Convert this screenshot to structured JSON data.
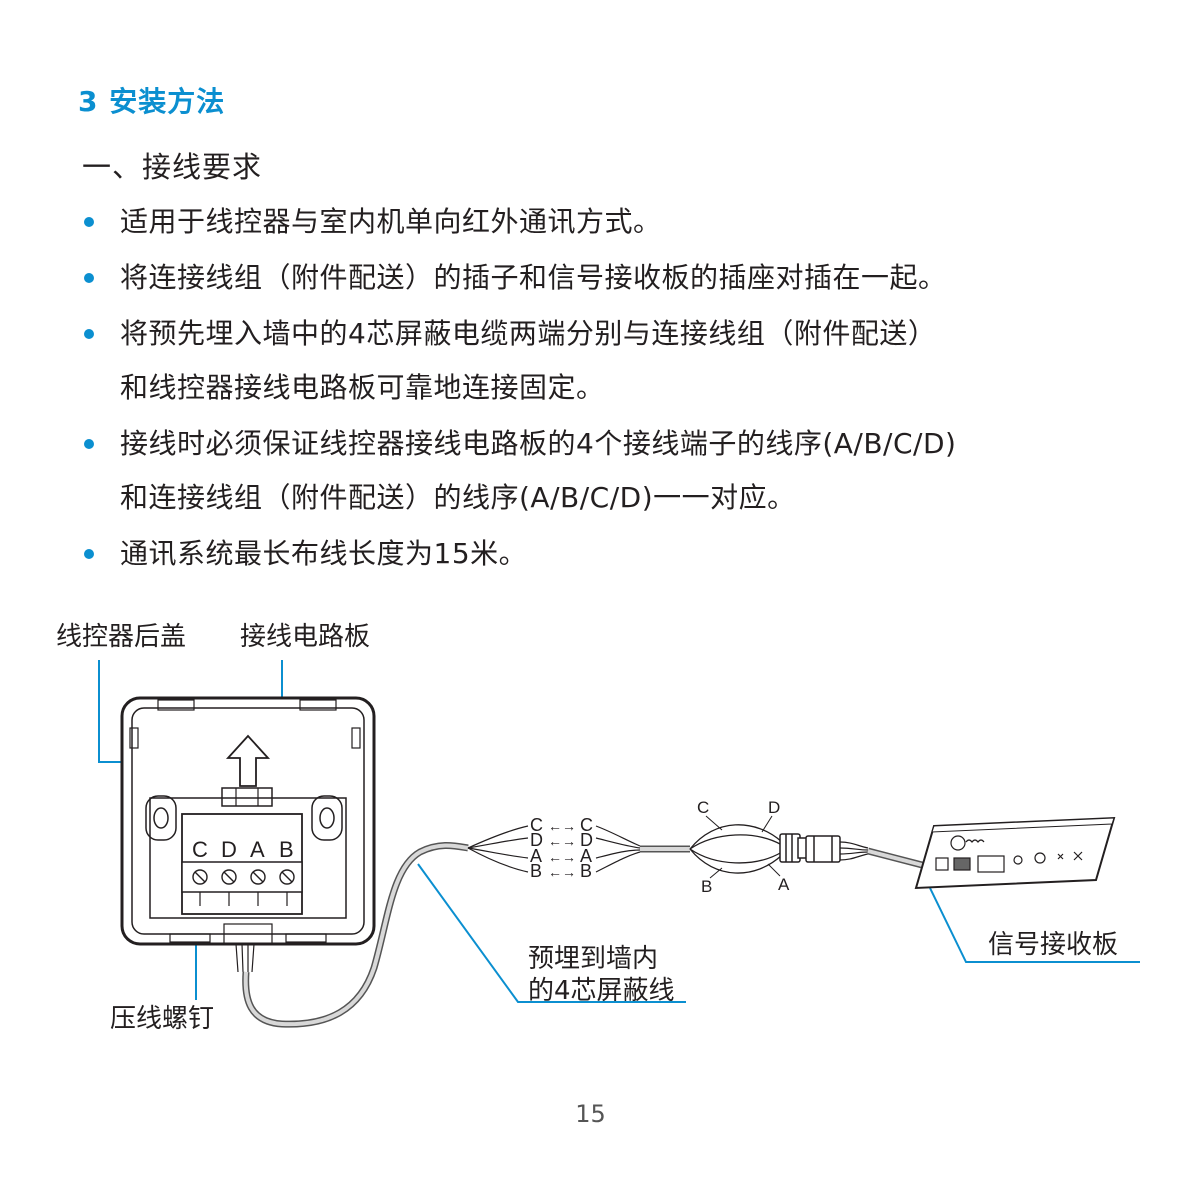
{
  "section_title": "3 安装方法",
  "subheading": "一、接线要求",
  "bullets": [
    {
      "lines": [
        "适用于线控器与室内机单向红外通讯方式。"
      ]
    },
    {
      "lines": [
        "将连接线组（附件配送）的插子和信号接收板的插座对插在一起。"
      ]
    },
    {
      "lines": [
        "将预先埋入墙中的4芯屏蔽电缆两端分别与连接线组（附件配送）",
        "和线控器接线电路板可靠地连接固定。"
      ]
    },
    {
      "lines": [
        "接线时必须保证线控器接线电路板的4个接线端子的线序(A/B/C/D)",
        "和连接线组（附件配送）的线序(A/B/C/D)一一对应。"
      ]
    },
    {
      "lines": [
        "通讯系统最长布线长度为15米。"
      ]
    }
  ],
  "diagram": {
    "label_back_cover": "线控器后盖",
    "label_circuit_board": "接线电路板",
    "label_screws": "压线螺钉",
    "label_cable_line1": "预埋到墙内",
    "label_cable_line2": "的4芯屏蔽线",
    "label_receiver": "信号接收板",
    "terminal_labels": [
      "C",
      "D",
      "A",
      "B"
    ],
    "wire_map_left": [
      "C",
      "D",
      "A",
      "B"
    ],
    "wire_map_right": [
      "C",
      "D",
      "A",
      "B"
    ],
    "bundle_labels": {
      "top_left": "C",
      "top_right": "D",
      "bottom_left": "B",
      "bottom_right": "A"
    },
    "arrow_glyph": "←→",
    "accent_color": "#0b8fd0"
  },
  "page_number": "15"
}
